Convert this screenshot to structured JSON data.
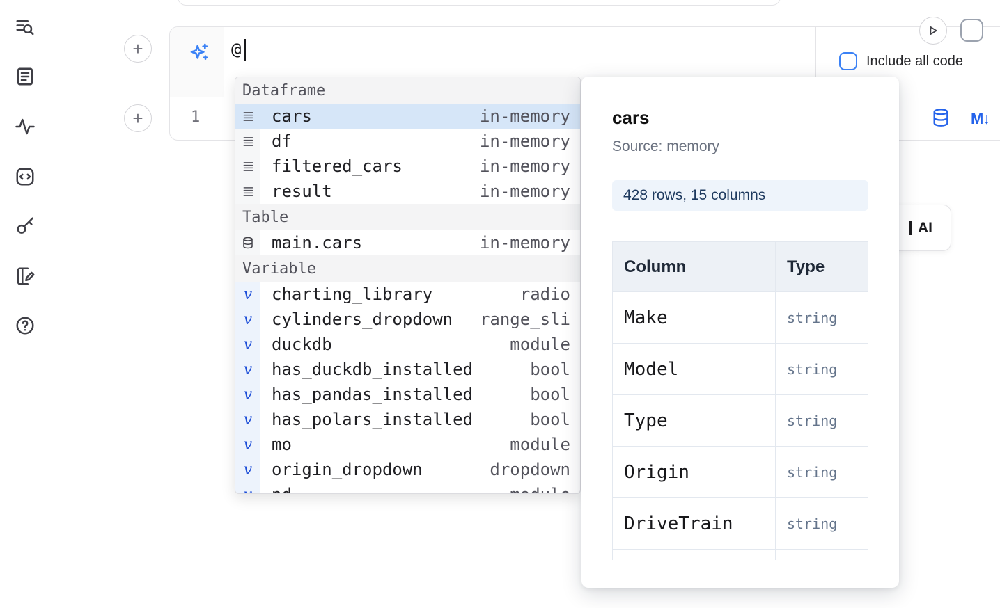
{
  "colors": {
    "accent": "#2563eb",
    "selection": "#d6e6f8",
    "checkbox_border": "#3b82f6",
    "badge_bg": "#eef4fb",
    "section_header_bg": "#f4f4f5"
  },
  "sidebar": {
    "icons": [
      "search-panel-icon",
      "documentation-icon",
      "variables-icon",
      "snippets-icon",
      "secrets-icon",
      "scratchpad-icon",
      "help-icon"
    ]
  },
  "gutter": {
    "add_cell_label": "+"
  },
  "toolbar": {
    "icons": [
      "run-icon",
      "stop-icon"
    ]
  },
  "ai_cell": {
    "sparkle_icon": "sparkles-icon",
    "prompt_value": "@",
    "checkbox_label": "Include all code",
    "checkbox_checked": false
  },
  "code_cell": {
    "line_number": "1",
    "action_icons": [
      "database-icon",
      "markdown-icon"
    ],
    "markdown_icon_text": "M↓"
  },
  "autocomplete": {
    "sections": [
      {
        "label": "Dataframe",
        "items": [
          {
            "icon": "dataframe-icon",
            "name": "cars",
            "type": "in-memory",
            "selected": true
          },
          {
            "icon": "dataframe-icon",
            "name": "df",
            "type": "in-memory",
            "selected": false
          },
          {
            "icon": "dataframe-icon",
            "name": "filtered_cars",
            "type": "in-memory",
            "selected": false
          },
          {
            "icon": "dataframe-icon",
            "name": "result",
            "type": "in-memory",
            "selected": false
          }
        ]
      },
      {
        "label": "Table",
        "items": [
          {
            "icon": "database-icon",
            "name": "main.cars",
            "type": "in-memory",
            "selected": false
          }
        ]
      },
      {
        "label": "Variable",
        "items": [
          {
            "icon": "variable-icon",
            "name": "charting_library",
            "type": "radio",
            "selected": false
          },
          {
            "icon": "variable-icon",
            "name": "cylinders_dropdown",
            "type": "range_sli",
            "selected": false
          },
          {
            "icon": "variable-icon",
            "name": "duckdb",
            "type": "module",
            "selected": false
          },
          {
            "icon": "variable-icon",
            "name": "has_duckdb_installed",
            "type": "bool",
            "selected": false
          },
          {
            "icon": "variable-icon",
            "name": "has_pandas_installed",
            "type": "bool",
            "selected": false
          },
          {
            "icon": "variable-icon",
            "name": "has_polars_installed",
            "type": "bool",
            "selected": false
          },
          {
            "icon": "variable-icon",
            "name": "mo",
            "type": "module",
            "selected": false
          },
          {
            "icon": "variable-icon",
            "name": "origin_dropdown",
            "type": "dropdown",
            "selected": false
          },
          {
            "icon": "variable-icon",
            "name": "pd",
            "type": "module",
            "selected": false
          }
        ]
      }
    ]
  },
  "preview": {
    "title": "cars",
    "source": "Source: memory",
    "shape_badge": "428 rows, 15 columns",
    "table": {
      "headers": [
        "Column",
        "Type"
      ],
      "rows": [
        [
          "Make",
          "string"
        ],
        [
          "Model",
          "string"
        ],
        [
          "Type",
          "string"
        ],
        [
          "Origin",
          "string"
        ],
        [
          "DriveTrain",
          "string"
        ],
        [
          "",
          ""
        ]
      ]
    }
  },
  "ai_button": {
    "label": "AI"
  }
}
